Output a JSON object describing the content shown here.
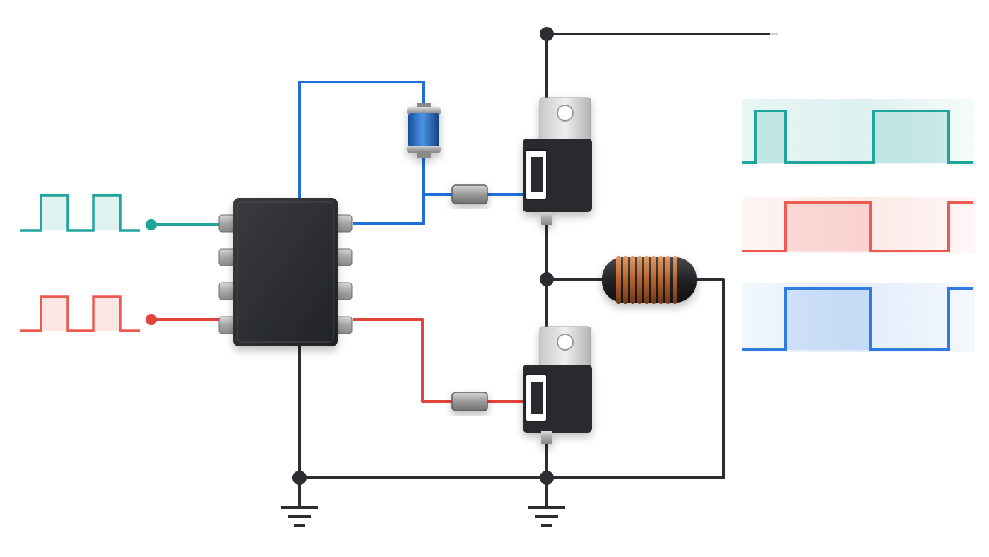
{
  "diagram": {
    "kind": "half-bridge gate driver schematic",
    "colors": {
      "background": "#ffffff",
      "wire_dark": "#2b2d31",
      "wire_blue": "#1f6fd6",
      "wire_red": "#e2433a",
      "signal_teal": "#1fa59b",
      "signal_red": "#ec5b50",
      "signal_blue": "#2f7be0",
      "ic_body": "#2c2d30",
      "copper": "#b5622a"
    },
    "components": [
      {
        "id": "driver-ic",
        "type": "ic",
        "pins": 8,
        "icon": "soic-8-package"
      },
      {
        "id": "bootstrap-diode",
        "type": "diode",
        "icon": "axial-diode"
      },
      {
        "id": "high-side-gate-resistor",
        "type": "resistor",
        "icon": "resistor"
      },
      {
        "id": "low-side-gate-resistor",
        "type": "resistor",
        "icon": "resistor"
      },
      {
        "id": "high-side-mosfet",
        "type": "mosfet",
        "icon": "to-220-package"
      },
      {
        "id": "low-side-mosfet",
        "type": "mosfet",
        "icon": "to-220-package"
      },
      {
        "id": "output-inductor",
        "type": "inductor",
        "icon": "coil"
      },
      {
        "id": "ground-left",
        "type": "ground",
        "icon": "ground-symbol"
      },
      {
        "id": "ground-right",
        "type": "ground",
        "icon": "ground-symbol"
      }
    ],
    "input_signals": [
      {
        "id": "input-high",
        "color": "#1fa59b",
        "pulses": 2
      },
      {
        "id": "input-low",
        "color": "#ec5b50",
        "pulses": 2
      }
    ],
    "output_waveforms": [
      {
        "id": "waveform-high",
        "color": "#1fa59b"
      },
      {
        "id": "waveform-low",
        "color": "#ec5b50"
      },
      {
        "id": "waveform-switch",
        "color": "#2f7be0"
      }
    ]
  }
}
